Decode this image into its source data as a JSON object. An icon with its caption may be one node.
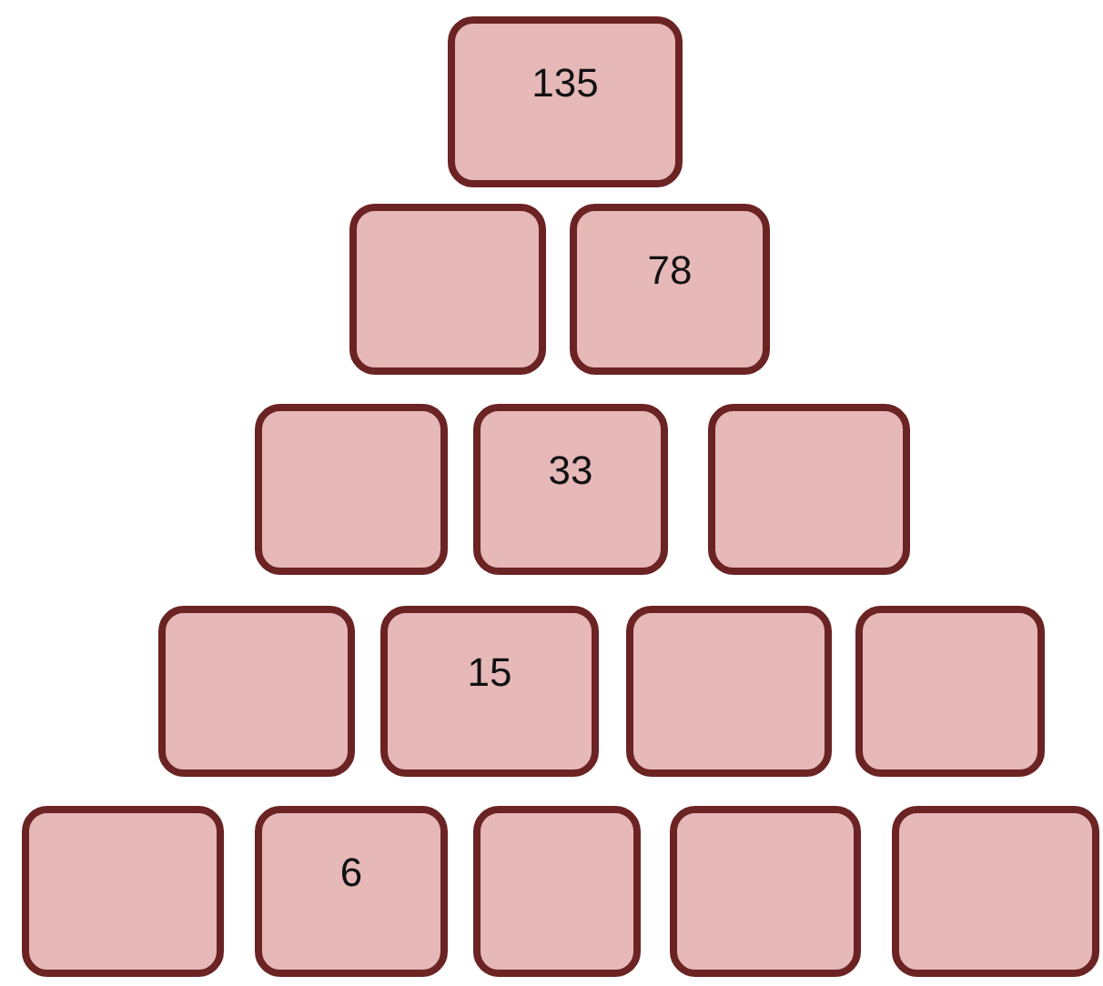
{
  "diagram": {
    "nodes": [
      {
        "text": [
          "135"
        ]
      },
      {
        "text": [],
        "shape": "box"
      },
      {
        "text": [
          "78"
        ]
      },
      {
        "text": [],
        "shape": "box"
      },
      {
        "text": [
          "33"
        ]
      },
      {
        "text": [],
        "shape": "box"
      },
      {
        "text": [],
        "shape": "box"
      },
      {
        "text": [
          "15"
        ]
      },
      {
        "text": [],
        "shape": "box"
      },
      {
        "text": [],
        "shape": "box"
      },
      {
        "text": [],
        "shape": "box"
      },
      {
        "text": [
          "6"
        ]
      },
      {
        "text": [],
        "shape": "box"
      },
      {
        "text": [],
        "shape": "box"
      },
      {
        "text": [],
        "shape": "box"
      }
    ]
  }
}
